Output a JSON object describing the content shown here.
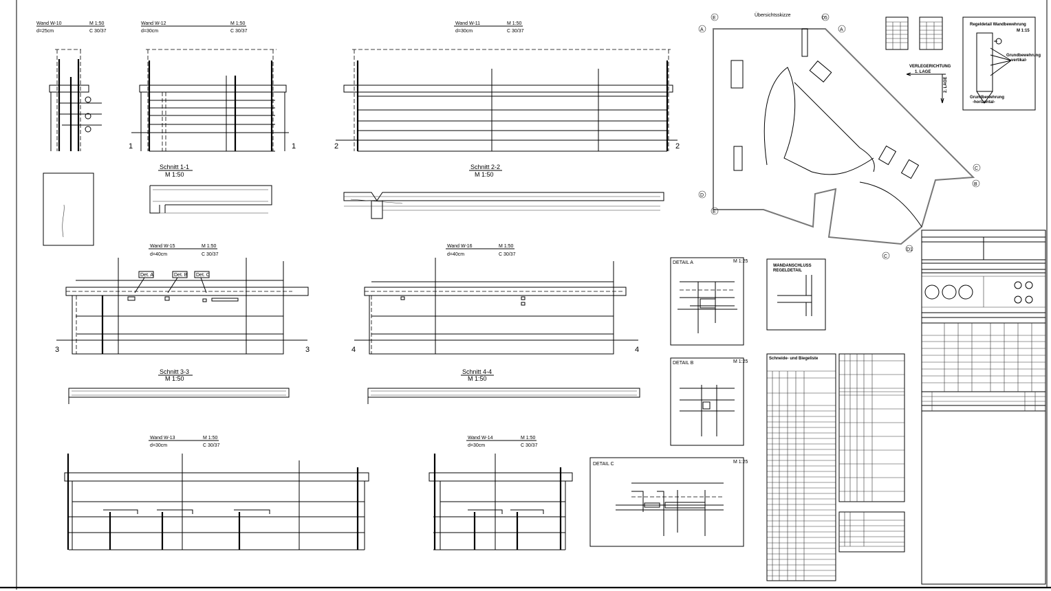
{
  "walls": {
    "w10": {
      "title": "Wand W-10",
      "scale": "M 1:50",
      "thickness": "d=25cm",
      "concrete": "C 30/37"
    },
    "w12": {
      "title": "Wand W-12",
      "scale": "M 1:50",
      "thickness": "d=30cm",
      "concrete": "C 30/37"
    },
    "w11": {
      "title": "Wand W-11",
      "scale": "M 1:50",
      "thickness": "d=30cm",
      "concrete": "C 30/37"
    },
    "w15": {
      "title": "Wand W-15",
      "scale": "M 1:50",
      "thickness": "d=40cm",
      "concrete": "C 30/37"
    },
    "w16": {
      "title": "Wand W-16",
      "scale": "M 1:50",
      "thickness": "d=40cm",
      "concrete": "C 30/37"
    },
    "w13": {
      "title": "Wand W-13",
      "scale": "M 1:50",
      "thickness": "d=30cm",
      "concrete": "C 30/37"
    },
    "w14": {
      "title": "Wand W-14",
      "scale": "M 1:50",
      "thickness": "d=30cm",
      "concrete": "C 30/37"
    }
  },
  "sections": {
    "s11": {
      "title": "Schnitt 1-1",
      "scale": "M 1:50",
      "mark": "1"
    },
    "s22": {
      "title": "Schnitt 2-2",
      "scale": "M 1:50",
      "mark": "2"
    },
    "s33": {
      "title": "Schnitt 3-3",
      "scale": "M 1:50",
      "mark": "3"
    },
    "s44": {
      "title": "Schnitt 4-4",
      "scale": "M 1:50",
      "mark": "4"
    }
  },
  "detail_refs": [
    "Det. A",
    "Det. B",
    "Det. C"
  ],
  "overview": {
    "title": "Übersichtsskizze",
    "axes": [
      "E",
      "05",
      "A",
      "A",
      "C",
      "B",
      "D",
      "E",
      "D1",
      "C"
    ],
    "direction_title": "VERLEGERICHTUNG",
    "layer1": "1. LAGE",
    "layer2": "2. LAGE"
  },
  "regeldetail": {
    "title": "Regeldetail  Wandbewehrung",
    "scale": "M 1:15",
    "vertical": "Grundbewehrung",
    "vertical_sub": "-vertikal-",
    "horizontal": "Grundbewehrung",
    "horizontal_sub": "-horizontal-"
  },
  "details": {
    "a": {
      "title": "DETAIL A",
      "scale": "M 1:25"
    },
    "b": {
      "title": "DETAIL B",
      "scale": "M 1:25"
    },
    "c": {
      "title": "DETAIL C",
      "scale": "M 1:25"
    },
    "wandanschluss": {
      "title": "WANDANSCHLUSS",
      "subtitle": "REGELDETAIL"
    }
  },
  "bending_list": {
    "title": "Schneide- und Biegeliste"
  }
}
